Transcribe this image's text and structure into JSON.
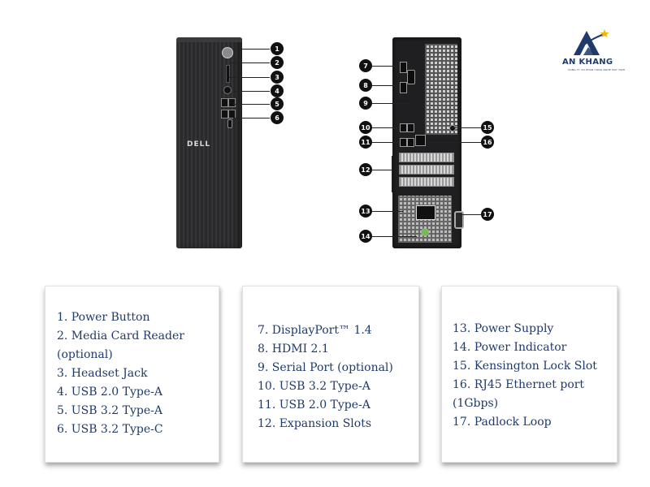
{
  "brand": {
    "name": "AN KHANG",
    "tagline": "CONG TY CO PHAN CONG NGHE MAY TINH",
    "device_logo": "DELL",
    "colors": {
      "text": "#1f3a6b",
      "accent_star": "#f5b400"
    }
  },
  "callouts": [
    "1",
    "2",
    "3",
    "4",
    "5",
    "6",
    "7",
    "8",
    "9",
    "10",
    "11",
    "12",
    "13",
    "14",
    "15",
    "16",
    "17"
  ],
  "legend": {
    "front": [
      "1. Power Button",
      "2. Media Card Reader",
      "(optional)",
      "3. Headset Jack",
      "4. USB 2.0 Type-A",
      "5. USB 3.2 Type-A",
      "6. USB 3.2 Type-C"
    ],
    "back_io": [
      "7. DisplayPort™ 1.4",
      "8. HDMI 2.1",
      "9. Serial Port (optional)",
      "10. USB 3.2 Type-A",
      "11. USB 2.0 Type-A",
      "12. Expansion Slots"
    ],
    "back_other": [
      "13. Power Supply",
      "14. Power Indicator",
      "15. Kensington Lock Slot",
      "16. RJ45 Ethernet port",
      "(1Gbps)",
      "17. Padlock Loop"
    ]
  }
}
